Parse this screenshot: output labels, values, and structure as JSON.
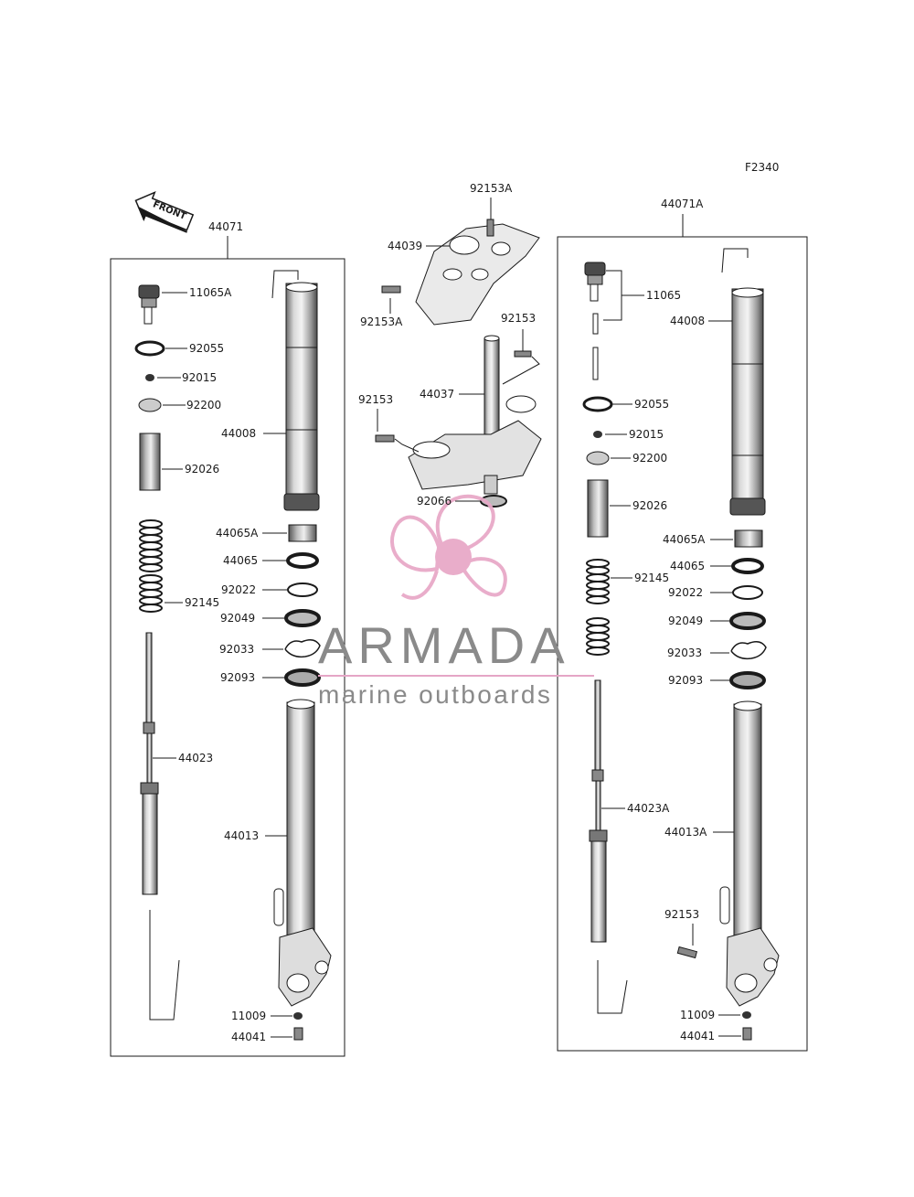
{
  "diagram": {
    "figure_code": "F2340",
    "front_marker": "FRONT",
    "left_assembly": {
      "code": "44071",
      "parts": [
        "11065A",
        "92055",
        "92015",
        "92200",
        "44008",
        "92026",
        "44065A",
        "44065",
        "92022",
        "92145",
        "92049",
        "92033",
        "92093",
        "44023",
        "44013",
        "11009",
        "44041"
      ]
    },
    "right_assembly": {
      "code": "44071A",
      "parts": [
        "11065",
        "44008",
        "92055",
        "92015",
        "92200",
        "92026",
        "44065A",
        "44065",
        "92145",
        "92022",
        "92049",
        "92033",
        "92093",
        "44023A",
        "44013A",
        "92153",
        "11009",
        "44041"
      ]
    },
    "center_parts": [
      "92153A",
      "44039",
      "92153A",
      "92153",
      "44037",
      "92153",
      "92066"
    ]
  },
  "watermark": {
    "brand": "ARMADA",
    "tagline": "marine outboards",
    "logo_color": "#e8a9c8",
    "text_color": "#8a8a8a"
  },
  "colors": {
    "line": "#1a1a1a",
    "background": "#ffffff"
  }
}
